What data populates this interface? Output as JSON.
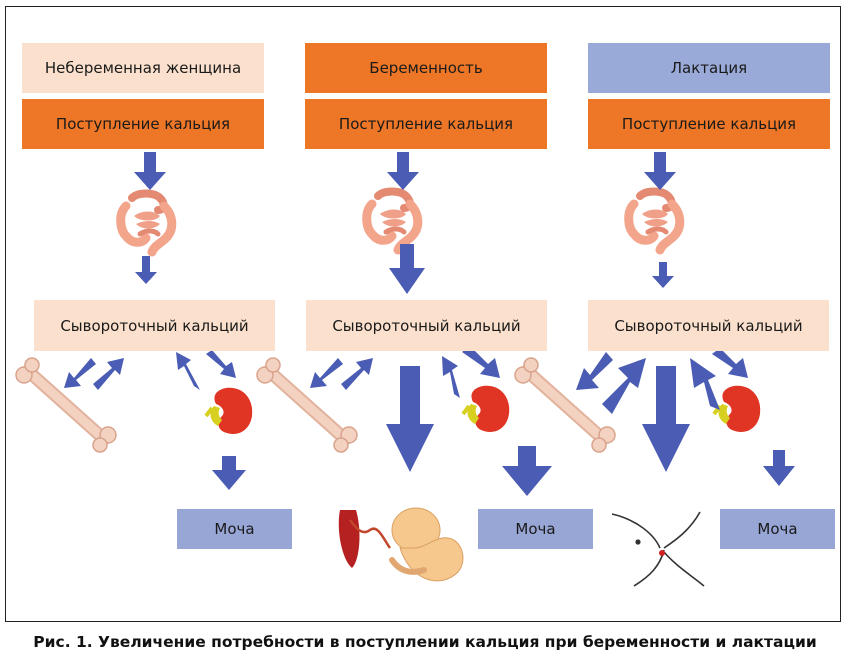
{
  "columns": [
    {
      "header": "Небеременная женщина",
      "intake": "Поступление кальция",
      "serum": "Сывороточный кальций",
      "urine": "Моча"
    },
    {
      "header": "Беременность",
      "intake": "Поступление кальция",
      "serum": "Сывороточный кальций",
      "urine": "Моча"
    },
    {
      "header": "Лактация",
      "intake": "Поступление кальция",
      "serum": "Сывороточный кальций",
      "urine": "Моча"
    }
  ],
  "caption": "Рис. 1. Увеличение потребности в поступлении кальция при беременности и лактации",
  "colors": {
    "arrow": "#4a5cb3",
    "header_nonpregnant": "#fbe1cd",
    "header_pregnancy": "#ee7727",
    "header_lactation": "#9aaad8",
    "intake": "#ee7727",
    "serum": "#fbe1cd",
    "urine": "#98a6d6",
    "intestine": "#f3a58c",
    "bone": "#f3d2c2",
    "kidney": "#e03524",
    "fetus": "#f6c88e",
    "placenta": "#b52020"
  },
  "icons": [
    "intestine-icon",
    "bone-icon",
    "kidney-icon",
    "fetus-icon",
    "breastfeeding-icon"
  ]
}
